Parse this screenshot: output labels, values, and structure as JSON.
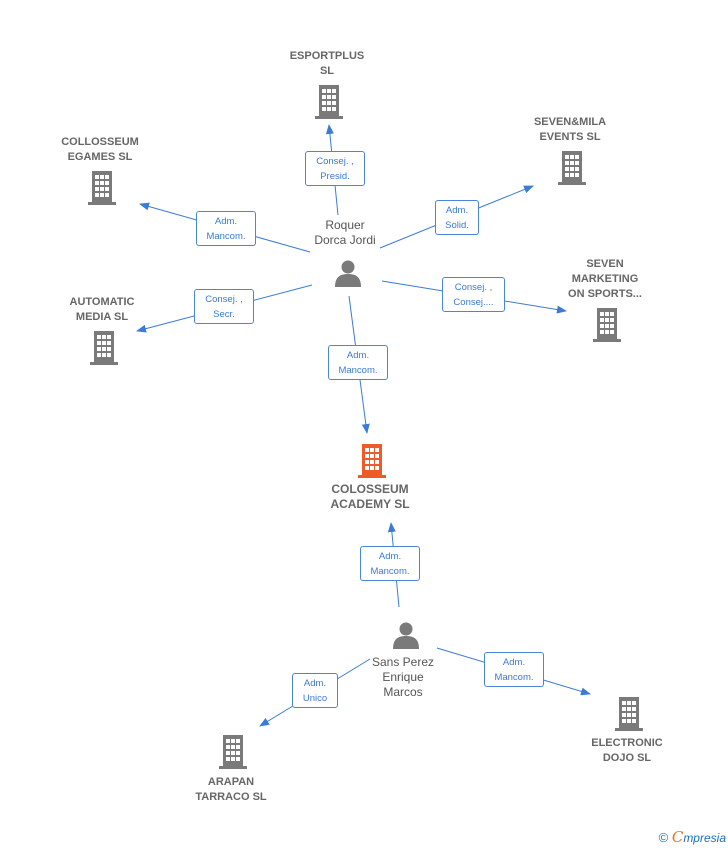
{
  "colors": {
    "company": "#7a7a7a",
    "main_company": "#ee5a2a",
    "person": "#7a7a7a",
    "edge": "#3a7bd5"
  },
  "companies": {
    "esportplus": [
      "ESPORTPLUS",
      "SL"
    ],
    "sevenmila": [
      "SEVEN&MILA",
      "EVENTS  SL"
    ],
    "collosseum_egames": [
      "COLLOSSEUM",
      "EGAMES  SL"
    ],
    "seven_marketing": [
      "SEVEN",
      "MARKETING",
      "ON SPORTS..."
    ],
    "automatic_media": [
      "AUTOMATIC",
      "MEDIA  SL"
    ],
    "main": [
      "COLOSSEUM",
      "ACADEMY  SL"
    ],
    "electronic_dojo": [
      "ELECTRONIC",
      "DOJO  SL"
    ],
    "arapan": [
      "ARAPAN",
      "TARRACO SL"
    ]
  },
  "people": {
    "roquer": [
      "Roquer",
      "Dorca Jordi"
    ],
    "sans": [
      "Sans Perez",
      "Enrique",
      "Marcos"
    ]
  },
  "edges": {
    "roquer_esportplus": [
      "Consej. ,",
      "Presid."
    ],
    "roquer_sevenmila": [
      "Adm.",
      "Solid."
    ],
    "roquer_collosseum": [
      "Adm.",
      "Mancom."
    ],
    "roquer_seven_marketing": [
      "Consej. ,",
      "Consej...."
    ],
    "roquer_automatic": [
      "Consej. ,",
      "Secr."
    ],
    "roquer_main": [
      "Adm.",
      "Mancom."
    ],
    "sans_main": [
      "Adm.",
      "Mancom."
    ],
    "sans_electronic": [
      "Adm.",
      "Mancom."
    ],
    "sans_arapan": [
      "Adm.",
      "Unico"
    ]
  },
  "footer": {
    "copyright": "©",
    "brand_initial": "C",
    "brand_rest": "mpresia"
  }
}
